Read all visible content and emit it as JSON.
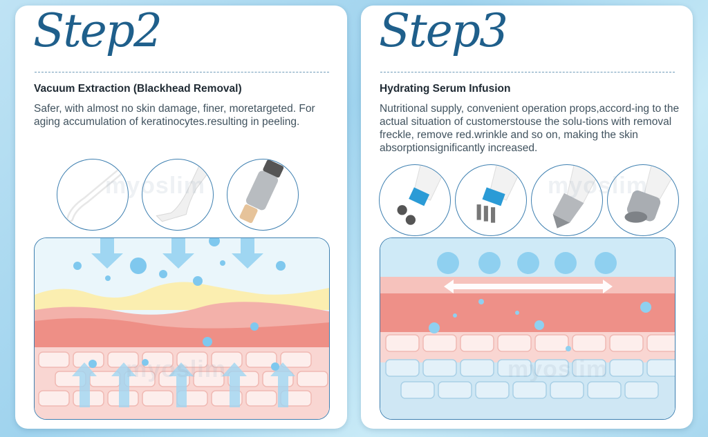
{
  "left": {
    "step_title": "Step2",
    "heading": "Vacuum Extraction (Blackhead Removal)",
    "description": "Safer, with almost no skin damage, finer, moretargeted. For aging accumulation of keratinocytes.resulting in peeling.",
    "tools": [
      "curved-nozzle-probe-icon",
      "wide-funnel-probe-icon",
      "metal-vacuum-probe-icon"
    ]
  },
  "right": {
    "step_title": "Step3",
    "heading": "Hydrating Serum Infusion",
    "description": "Nutritional supply, convenient operation props,accord-ing to the actual situation of customerstouse the solu-tions with removal freckle, remove red.wrinkle and so on, making the skin absorptionsignificantly increased.",
    "tools": [
      "dual-ball-probe-icon",
      "multi-pin-probe-icon",
      "cone-probe-icon",
      "roller-probe-icon"
    ]
  },
  "watermark": "myoslim",
  "colors": {
    "accent": "#1f5f8b",
    "border": "#3d7fb0",
    "skin_red": "#f19a92",
    "skin_yellow": "#fbeeb0",
    "bubble": "#8fd0f0"
  }
}
